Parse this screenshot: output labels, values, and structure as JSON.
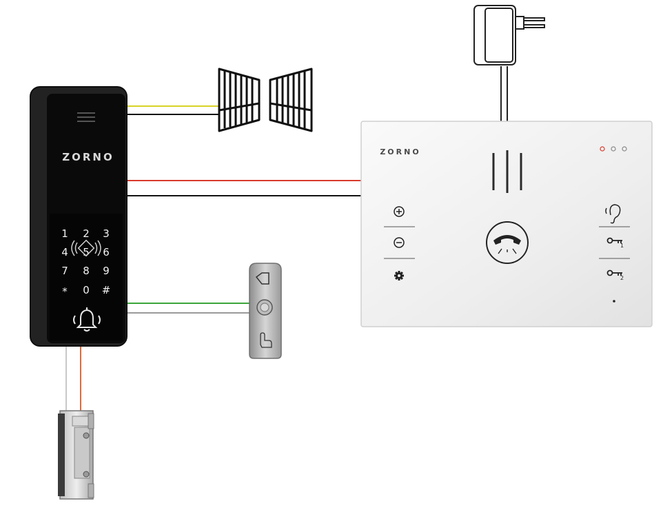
{
  "outdoor_panel": {
    "brand": "ZORNO",
    "keys": [
      "1",
      "2",
      "3",
      "4",
      "5",
      "6",
      "7",
      "8",
      "9",
      "*",
      "0",
      "#"
    ]
  },
  "indoor_monitor": {
    "brand": "ZORNO",
    "key1_label": "1",
    "key2_label": "2"
  },
  "colors": {
    "wire_yellow": "#d9d227",
    "wire_red": "#d93a2b",
    "wire_black": "#111111",
    "wire_green": "#3aa63a",
    "wire_gray": "#9a9a9a",
    "wire_orange": "#e06a3a",
    "panel_body": "#1b1b1b",
    "monitor_body": "#f1f1f1"
  },
  "icons": {
    "gate": "gate-icon",
    "power_adapter": "power-adapter-icon",
    "exit_button": "exit-button-icon",
    "electric_strike": "electric-strike-icon",
    "bell": "bell-icon",
    "rfid": "rfid-icon",
    "volume_up": "plus-circle-icon",
    "volume_down": "minus-circle-icon",
    "settings": "gear-icon",
    "hearing": "ear-icon",
    "handset": "handset-icon",
    "key": "key-icon"
  }
}
